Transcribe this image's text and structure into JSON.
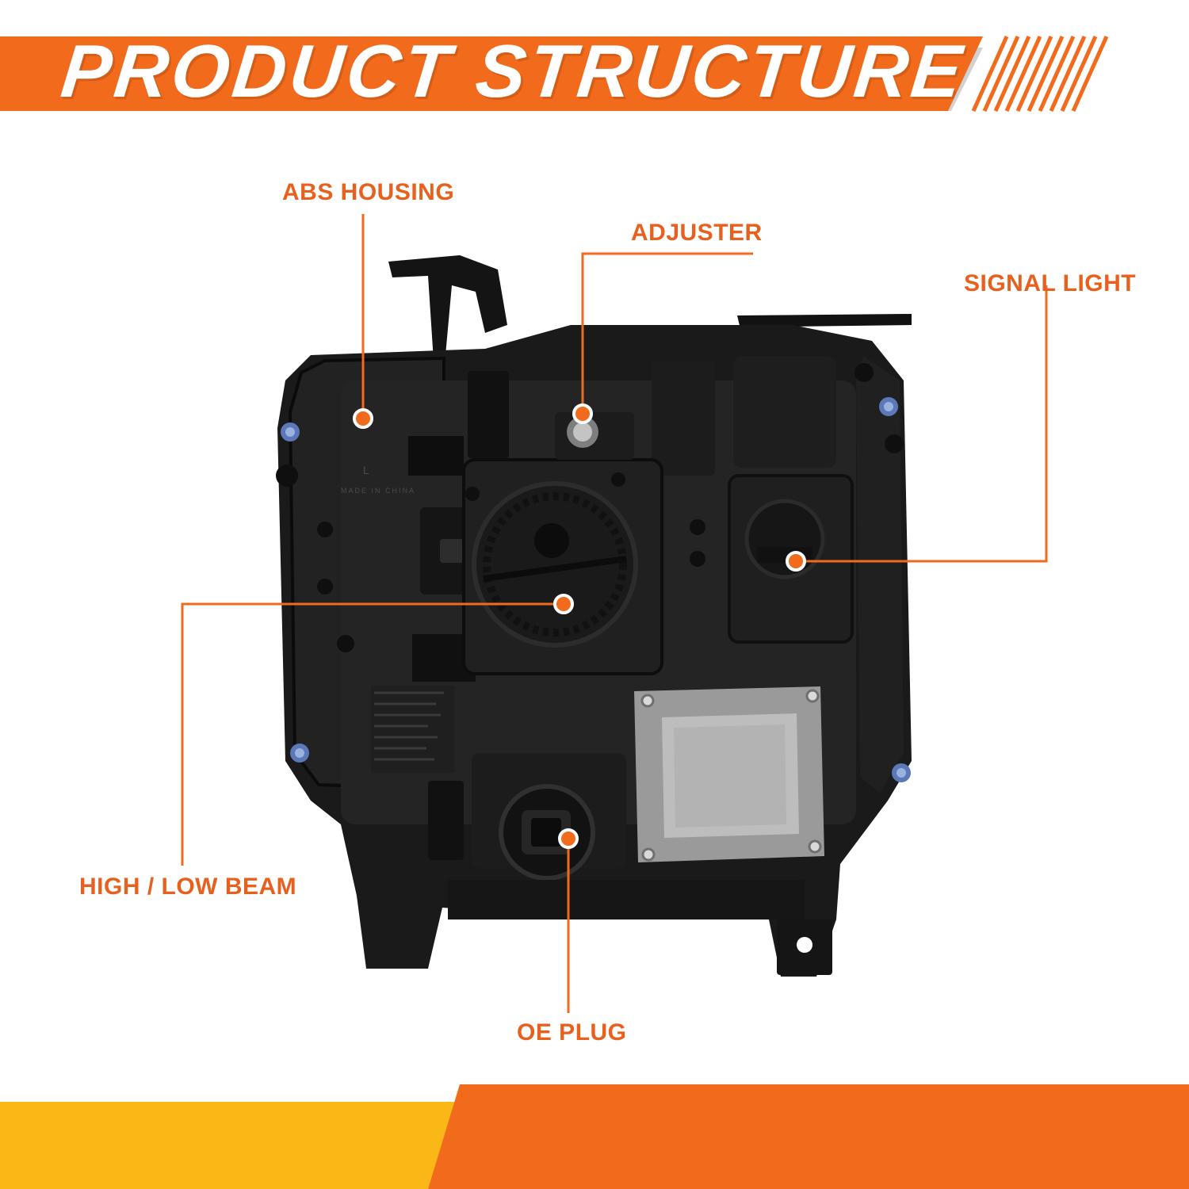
{
  "header": {
    "title": "PRODUCT STRUCTURE"
  },
  "callouts": {
    "abs_housing": "ABS HOUSING",
    "adjuster": "ADJUSTER",
    "signal_light": "SIGNAL LIGHT",
    "high_low_beam": "HIGH / LOW BEAM",
    "oe_plug": "OE PLUG"
  },
  "product_markings": {
    "side_mark": "L",
    "origin": "MADE IN CHINA"
  },
  "colors": {
    "accent_orange": "#f26a1b",
    "label_orange": "#e8601e",
    "footer_yellow": "#fbb716",
    "housing_black": "#161616",
    "plate_silver": "#a8a8a8"
  }
}
